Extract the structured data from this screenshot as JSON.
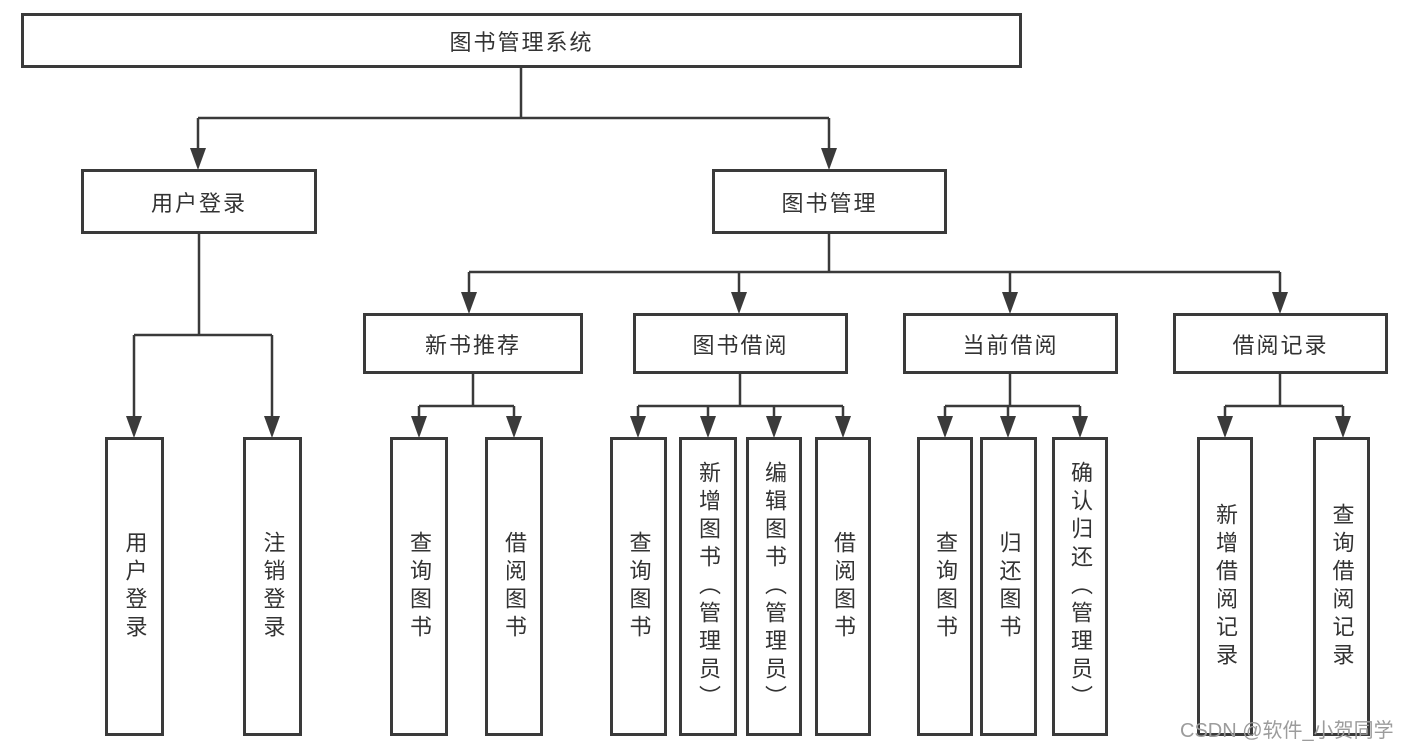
{
  "tree": {
    "root": "图书管理系统",
    "children": [
      {
        "label": "用户登录",
        "children": [
          "用户登录",
          "注销登录"
        ]
      },
      {
        "label": "图书管理",
        "children": [
          {
            "label": "新书推荐",
            "children": [
              "查询图书",
              "借阅图书"
            ]
          },
          {
            "label": "图书借阅",
            "children": [
              "查询图书",
              "新增图书（管理员）",
              "编辑图书（管理员）",
              "借阅图书"
            ]
          },
          {
            "label": "当前借阅",
            "children": [
              "查询图书",
              "归还图书",
              "确认归还（管理员）"
            ]
          },
          {
            "label": "借阅记录",
            "children": [
              "新增借阅记录",
              "查询借阅记录"
            ]
          }
        ]
      }
    ]
  },
  "watermark": "CSDN @软件_小贺同学",
  "colors": {
    "line": "#3a3a3a",
    "box_border": "#3a3a3a",
    "text": "#333333",
    "watermark": "#9c9c9c",
    "background": "#ffffff"
  }
}
